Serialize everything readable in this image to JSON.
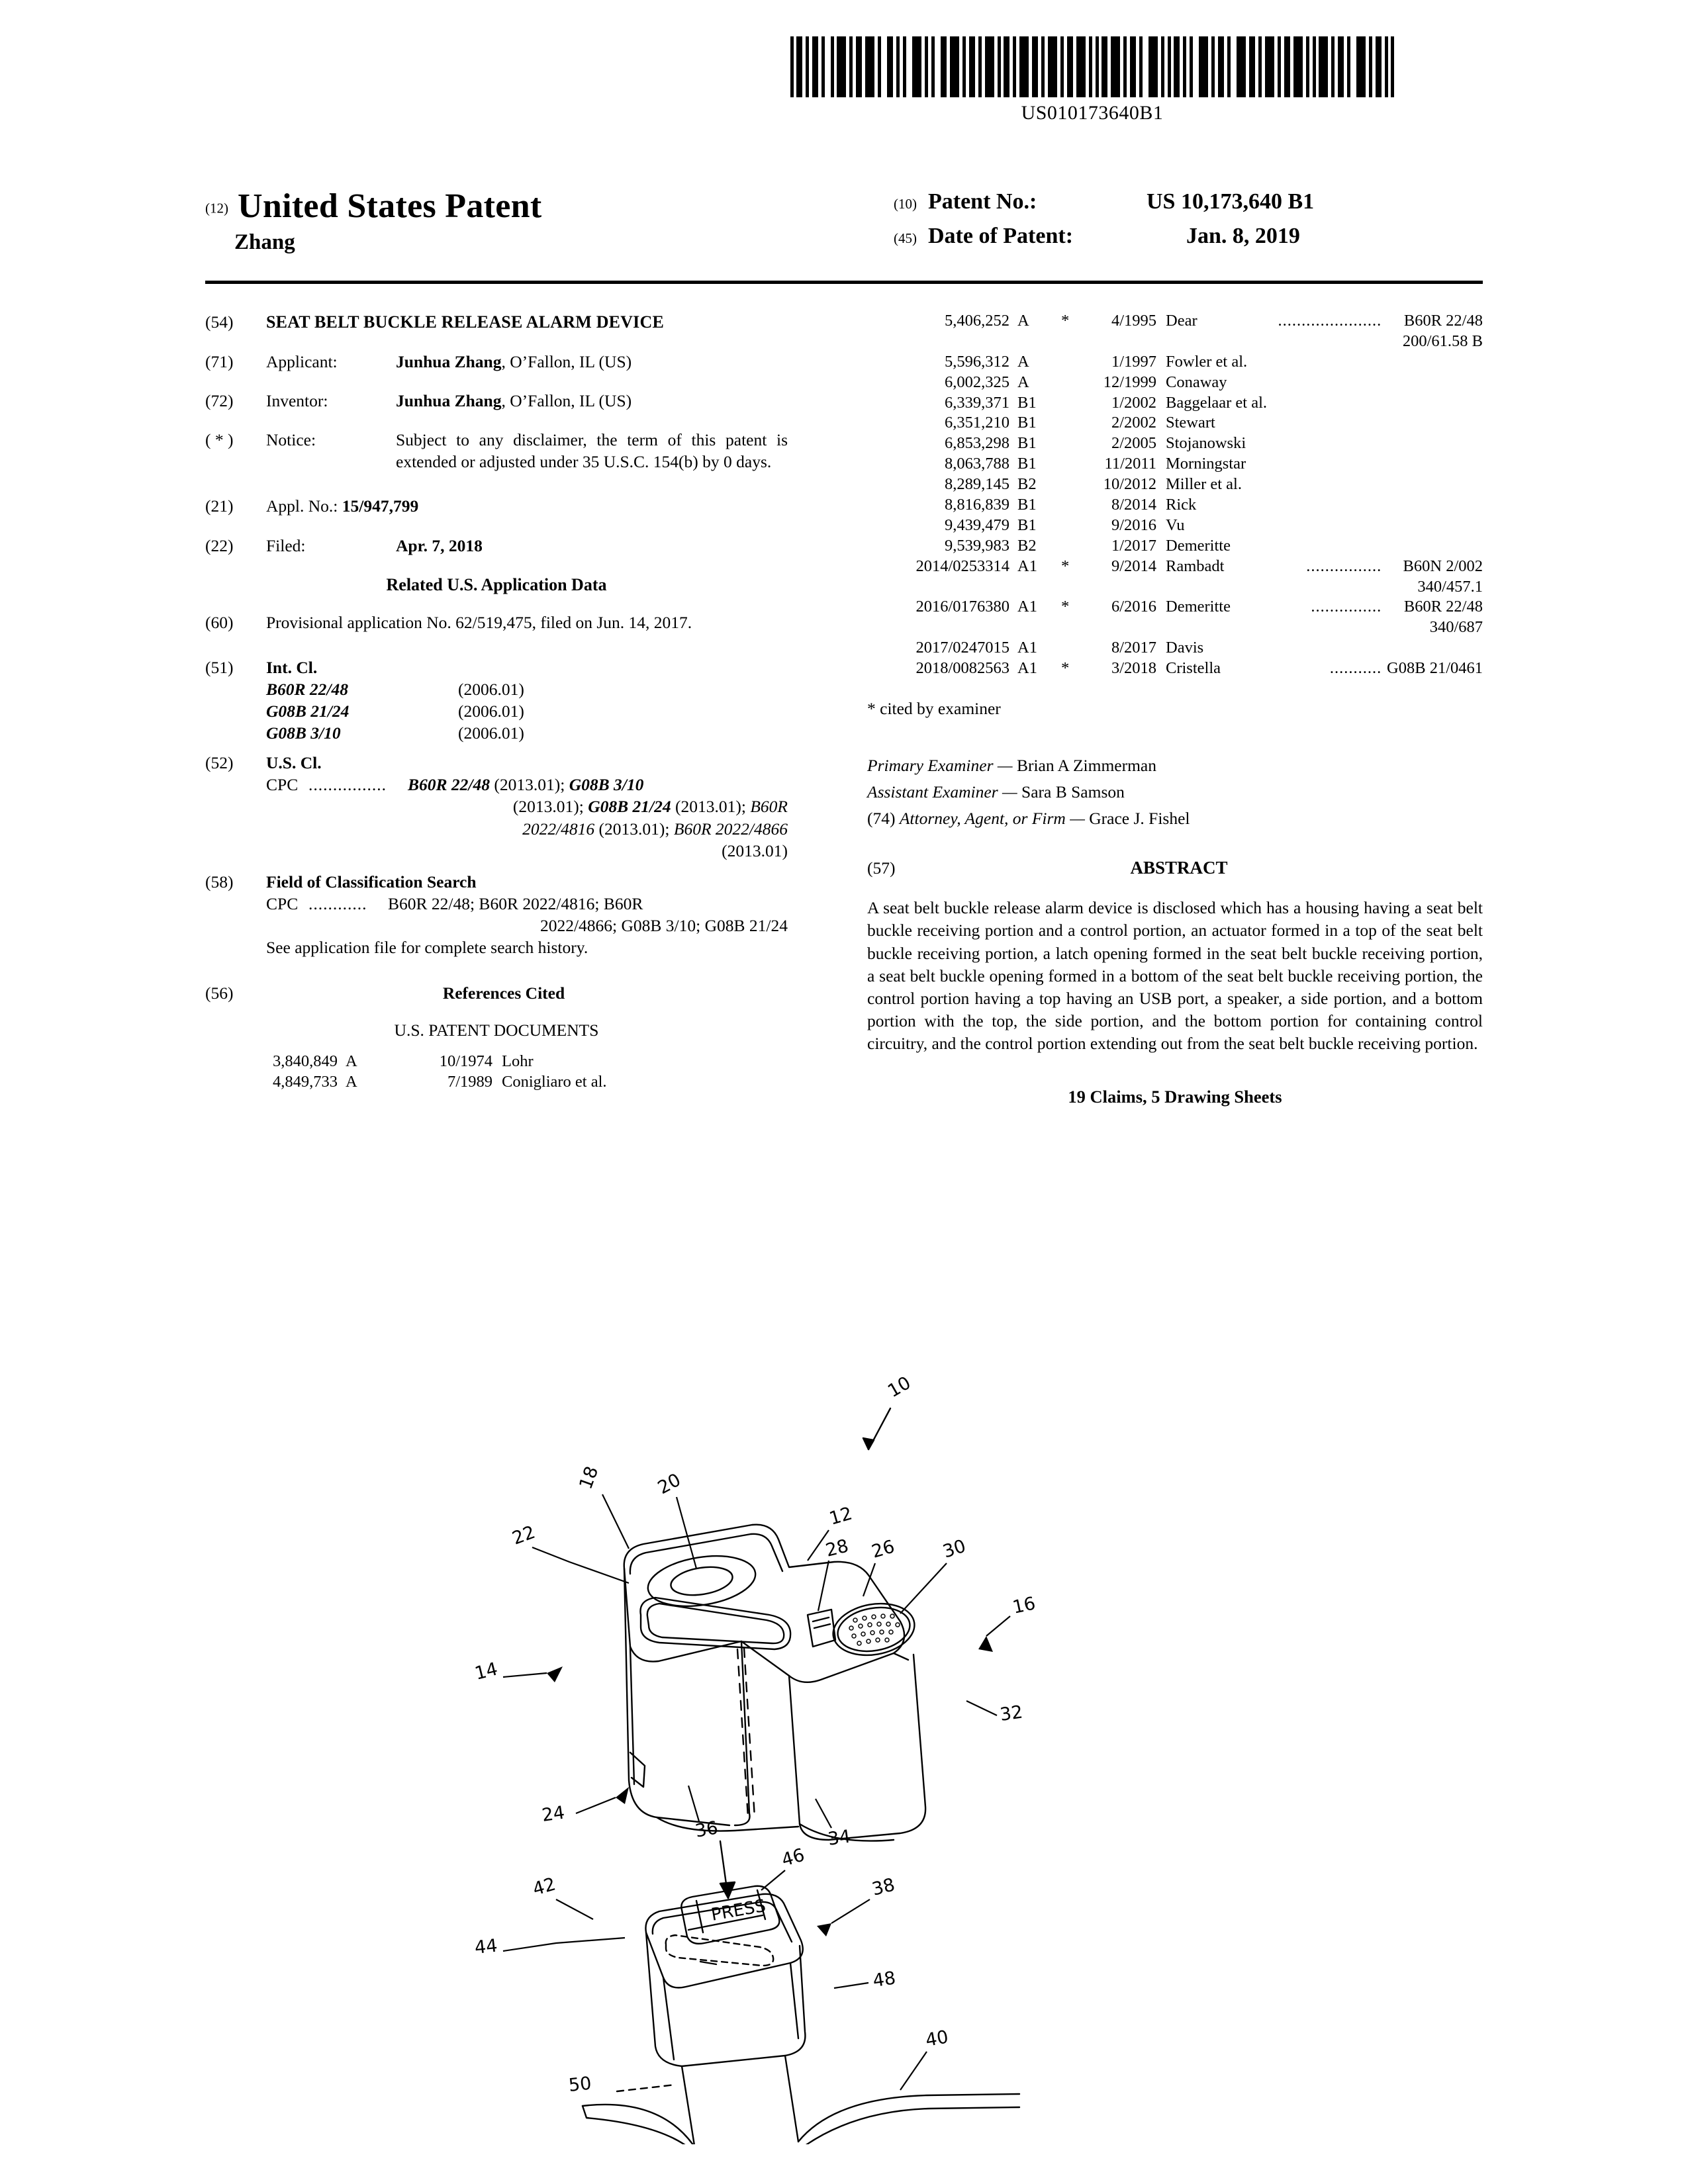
{
  "barcode": {
    "number": "US010173640B1"
  },
  "header": {
    "code_12": "(12)",
    "title": "United States Patent",
    "inventor_surname": "Zhang",
    "patent_no_code": "(10)",
    "patent_no_label": "Patent No.:",
    "patent_no_value": "US 10,173,640 B1",
    "date_code": "(45)",
    "date_label": "Date of Patent:",
    "date_value": "Jan. 8, 2019"
  },
  "left": {
    "title_code": "(54)",
    "title_text": "SEAT BELT BUCKLE RELEASE ALARM DEVICE",
    "applicant_code": "(71)",
    "applicant_label": "Applicant:",
    "applicant_name": "Junhua Zhang",
    "applicant_rest": ", O’Fallon, IL (US)",
    "inventor_code": "(72)",
    "inventor_label": "Inventor:",
    "inventor_name": "Junhua Zhang",
    "inventor_rest": ", O’Fallon, IL (US)",
    "notice_code": "( * )",
    "notice_label": "Notice:",
    "notice_text": "Subject to any disclaimer, the term of this patent is extended or adjusted under 35 U.S.C. 154(b) by 0 days.",
    "appl_no_code": "(21)",
    "appl_no_label": "Appl. No.:",
    "appl_no_value": "15/947,799",
    "filed_code": "(22)",
    "filed_label": "Filed:",
    "filed_value": "Apr. 7, 2018",
    "related_heading": "Related U.S. Application Data",
    "provisional_code": "(60)",
    "provisional_text": "Provisional application No. 62/519,475, filed on Jun. 14, 2017.",
    "intcl_code": "(51)",
    "intcl_label": "Int. Cl.",
    "intcl_rows": [
      {
        "code": "B60R 22/48",
        "version": "(2006.01)"
      },
      {
        "code": "G08B 21/24",
        "version": "(2006.01)"
      },
      {
        "code": "G08B 3/10",
        "version": "(2006.01)"
      }
    ],
    "uscl_code": "(52)",
    "uscl_label": "U.S. Cl.",
    "uscl_key": "CPC",
    "uscl_dots": "................",
    "uscl_line1_a": "B60R 22/48",
    "uscl_line1_b": " (2013.01); ",
    "uscl_line1_c": "G08B 3/10",
    "uscl_line2_a": "(2013.01); ",
    "uscl_line2_b": "G08B 21/24",
    "uscl_line2_c": " (2013.01); ",
    "uscl_line2_d": "B60R",
    "uscl_line3_a": "2022/4816",
    "uscl_line3_b": " (2013.01); ",
    "uscl_line3_c": "B60R 2022/4866",
    "uscl_line4": "(2013.01)",
    "focs_code": "(58)",
    "focs_label": "Field of Classification Search",
    "focs_key": "CPC",
    "focs_dots": "............",
    "focs_line1": "B60R 22/48; B60R 2022/4816; B60R",
    "focs_line2": "2022/4866; G08B 3/10; G08B 21/24",
    "focs_note": "See application file for complete search history.",
    "refs_code": "(56)",
    "refs_heading": "References Cited",
    "usdocs_heading": "U.S. PATENT DOCUMENTS",
    "refs_rows": [
      {
        "patent": "3,840,849",
        "kind": "A",
        "star": "",
        "date": "10/1974",
        "name": "Lohr",
        "dots": "",
        "cls": "",
        "subcls": ""
      },
      {
        "patent": "4,849,733",
        "kind": "A",
        "star": "",
        "date": "7/1989",
        "name": "Conigliaro et al.",
        "dots": "",
        "cls": "",
        "subcls": ""
      }
    ]
  },
  "right": {
    "refs_rows": [
      {
        "patent": "5,406,252",
        "kind": "A",
        "star": "*",
        "date": "4/1995",
        "name": "Dear",
        "dots": "......................",
        "cls": "B60R 22/48",
        "subcls": "200/61.58 B"
      },
      {
        "patent": "5,596,312",
        "kind": "A",
        "star": "",
        "date": "1/1997",
        "name": "Fowler et al.",
        "dots": "",
        "cls": "",
        "subcls": ""
      },
      {
        "patent": "6,002,325",
        "kind": "A",
        "star": "",
        "date": "12/1999",
        "name": "Conaway",
        "dots": "",
        "cls": "",
        "subcls": ""
      },
      {
        "patent": "6,339,371",
        "kind": "B1",
        "star": "",
        "date": "1/2002",
        "name": "Baggelaar et al.",
        "dots": "",
        "cls": "",
        "subcls": ""
      },
      {
        "patent": "6,351,210",
        "kind": "B1",
        "star": "",
        "date": "2/2002",
        "name": "Stewart",
        "dots": "",
        "cls": "",
        "subcls": ""
      },
      {
        "patent": "6,853,298",
        "kind": "B1",
        "star": "",
        "date": "2/2005",
        "name": "Stojanowski",
        "dots": "",
        "cls": "",
        "subcls": ""
      },
      {
        "patent": "8,063,788",
        "kind": "B1",
        "star": "",
        "date": "11/2011",
        "name": "Morningstar",
        "dots": "",
        "cls": "",
        "subcls": ""
      },
      {
        "patent": "8,289,145",
        "kind": "B2",
        "star": "",
        "date": "10/2012",
        "name": "Miller et al.",
        "dots": "",
        "cls": "",
        "subcls": ""
      },
      {
        "patent": "8,816,839",
        "kind": "B1",
        "star": "",
        "date": "8/2014",
        "name": "Rick",
        "dots": "",
        "cls": "",
        "subcls": ""
      },
      {
        "patent": "9,439,479",
        "kind": "B1",
        "star": "",
        "date": "9/2016",
        "name": "Vu",
        "dots": "",
        "cls": "",
        "subcls": ""
      },
      {
        "patent": "9,539,983",
        "kind": "B2",
        "star": "",
        "date": "1/2017",
        "name": "Demeritte",
        "dots": "",
        "cls": "",
        "subcls": ""
      },
      {
        "patent": "2014/0253314",
        "kind": "A1",
        "star": "*",
        "date": "9/2014",
        "name": "Rambadt",
        "dots": "................",
        "cls": "B60N 2/002",
        "subcls": "340/457.1"
      },
      {
        "patent": "2016/0176380",
        "kind": "A1",
        "star": "*",
        "date": "6/2016",
        "name": "Demeritte",
        "dots": "...............",
        "cls": "B60R 22/48",
        "subcls": "340/687"
      },
      {
        "patent": "2017/0247015",
        "kind": "A1",
        "star": "",
        "date": "8/2017",
        "name": "Davis",
        "dots": "",
        "cls": "",
        "subcls": ""
      },
      {
        "patent": "2018/0082563",
        "kind": "A1",
        "star": "*",
        "date": "3/2018",
        "name": "Cristella",
        "dots": "...........",
        "cls": "G08B 21/0461",
        "subcls": ""
      }
    ],
    "cited_by_examiner": "* cited by examiner",
    "primary_examiner_label": "Primary Examiner — ",
    "primary_examiner_name": "Brian A Zimmerman",
    "assistant_examiner_label": "Assistant Examiner — ",
    "assistant_examiner_name": "Sara B Samson",
    "attorney_code": "(74)",
    "attorney_label": "Attorney, Agent, or Firm — ",
    "attorney_name": "Grace J. Fishel",
    "abstract_code": "(57)",
    "abstract_heading": "ABSTRACT",
    "abstract_text": "A seat belt buckle release alarm device is disclosed which has a housing having a seat belt buckle receiving portion and a control portion, an actuator formed in a top of the seat belt buckle receiving portion, a latch opening formed in the seat belt buckle receiving portion, a seat belt buckle opening formed in a bottom of the seat belt buckle receiving portion, the control portion having a top having an USB port, a speaker, a side portion, and a bottom portion with the top, the side portion, and the bottom portion for containing control circuitry, and the control portion extending out from the seat belt buckle receiving portion.",
    "claims_line": "19 Claims, 5 Drawing Sheets"
  },
  "figure": {
    "press_label": "PRESS",
    "ref_numerals": {
      "n10": "10",
      "n18": "18",
      "n20": "20",
      "n22": "22",
      "n12": "12",
      "n28": "28",
      "n26": "26",
      "n30": "30",
      "n16": "16",
      "n14": "14",
      "n32": "32",
      "n24": "24",
      "n36": "36",
      "n34": "34",
      "n42": "42",
      "n44": "44",
      "n46": "46",
      "n38": "38",
      "n48": "48",
      "n50": "50",
      "n40": "40"
    }
  }
}
